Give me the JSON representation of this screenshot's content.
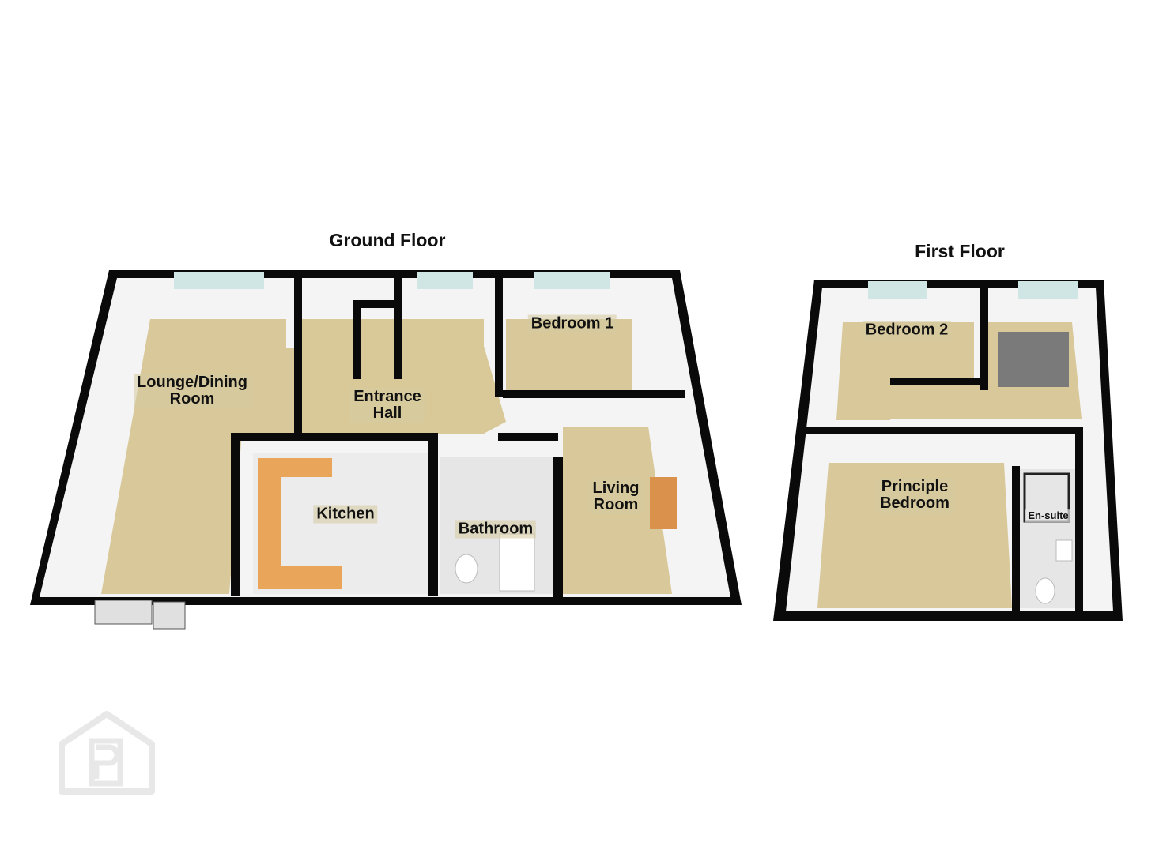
{
  "floors": {
    "ground": {
      "title": "Ground Floor",
      "rooms": {
        "lounge": [
          "Lounge/Dining",
          "Room"
        ],
        "entrance": [
          "Entrance",
          "Hall"
        ],
        "bedroom1": [
          "Bedroom 1"
        ],
        "kitchen": [
          "Kitchen"
        ],
        "bathroom": [
          "Bathroom"
        ],
        "living": [
          "Living",
          "Room"
        ]
      }
    },
    "first": {
      "title": "First Floor",
      "rooms": {
        "bedroom2": [
          "Bedroom 2"
        ],
        "principle": [
          "Principle",
          "Bedroom"
        ],
        "ensuite": [
          "En-suite"
        ]
      }
    }
  },
  "colors": {
    "wall": "#0a0a0a",
    "carpet": "#d8c89a",
    "wall_inner": "#f4f4f4",
    "worktop": "#e9a55a",
    "tile": "#eeeeee",
    "window": "#cfe6e4"
  },
  "logo_icon": "house-p-watermark-icon"
}
